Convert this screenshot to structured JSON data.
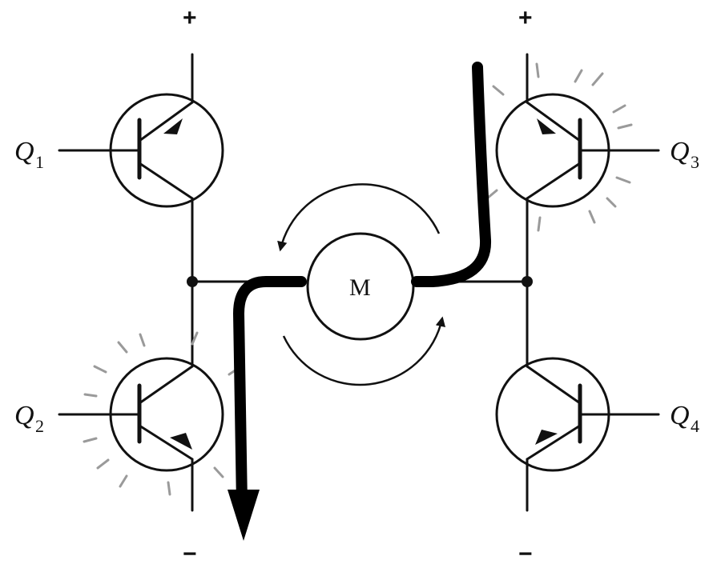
{
  "diagram": {
    "transistors": [
      {
        "id": "q1",
        "label": "Q",
        "subscript": "1",
        "conducting": false
      },
      {
        "id": "q2",
        "label": "Q",
        "subscript": "2",
        "conducting": true
      },
      {
        "id": "q3",
        "label": "Q",
        "subscript": "3",
        "conducting": true
      },
      {
        "id": "q4",
        "label": "Q",
        "subscript": "4",
        "conducting": false
      }
    ],
    "motor_label": "M",
    "supply_left_top": "+",
    "supply_right_top": "+",
    "supply_left_bottom": "−",
    "supply_right_bottom": "−"
  }
}
